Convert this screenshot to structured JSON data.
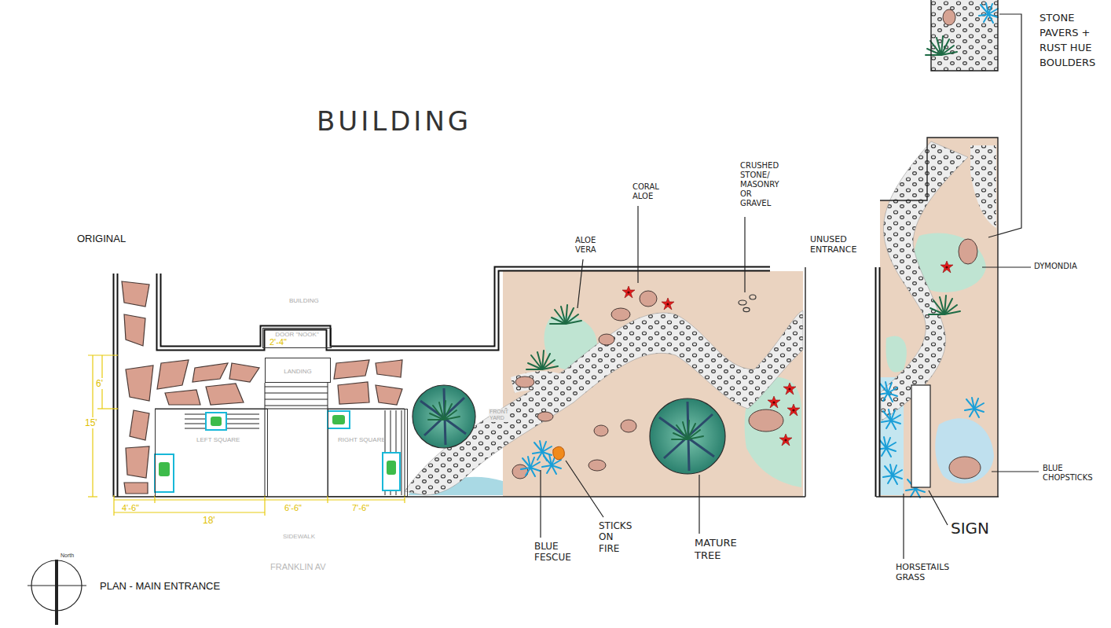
{
  "diagram": {
    "nodes": [
      {
        "text": [
          "DOOR \"NOOK\""
        ]
      },
      {
        "text": [
          "LANDING"
        ]
      },
      {
        "text": [
          "LEFT SQUARE"
        ]
      },
      {
        "text": [
          "RIGHT SQUARE"
        ]
      }
    ],
    "labels": [
      "BUILDING",
      "ORIGINAL",
      "BUILDING",
      "2'-4\"",
      "6'",
      "15'",
      "4'-6\"",
      "18'",
      "6'-6\"",
      "7'-6\"",
      "FRONT YARD",
      "SIDEWALK",
      "FRANKLIN AV",
      "North",
      "PLAN - MAIN ENTRANCE",
      "ALOE VERA",
      "CORAL ALOE",
      "CRUSHED STONE/ MASONRY OR GRAVEL",
      "UNUSED ENTRANCE",
      "STONE PAVERS + RUST HUE BOULDERS",
      "DYMONDIA",
      "BLUE CHOPSTICKS",
      "SIGN",
      "HORSETAILS GRASS",
      "BLUE FESCUE",
      "STICKS ON FIRE",
      "MATURE TREE"
    ]
  }
}
